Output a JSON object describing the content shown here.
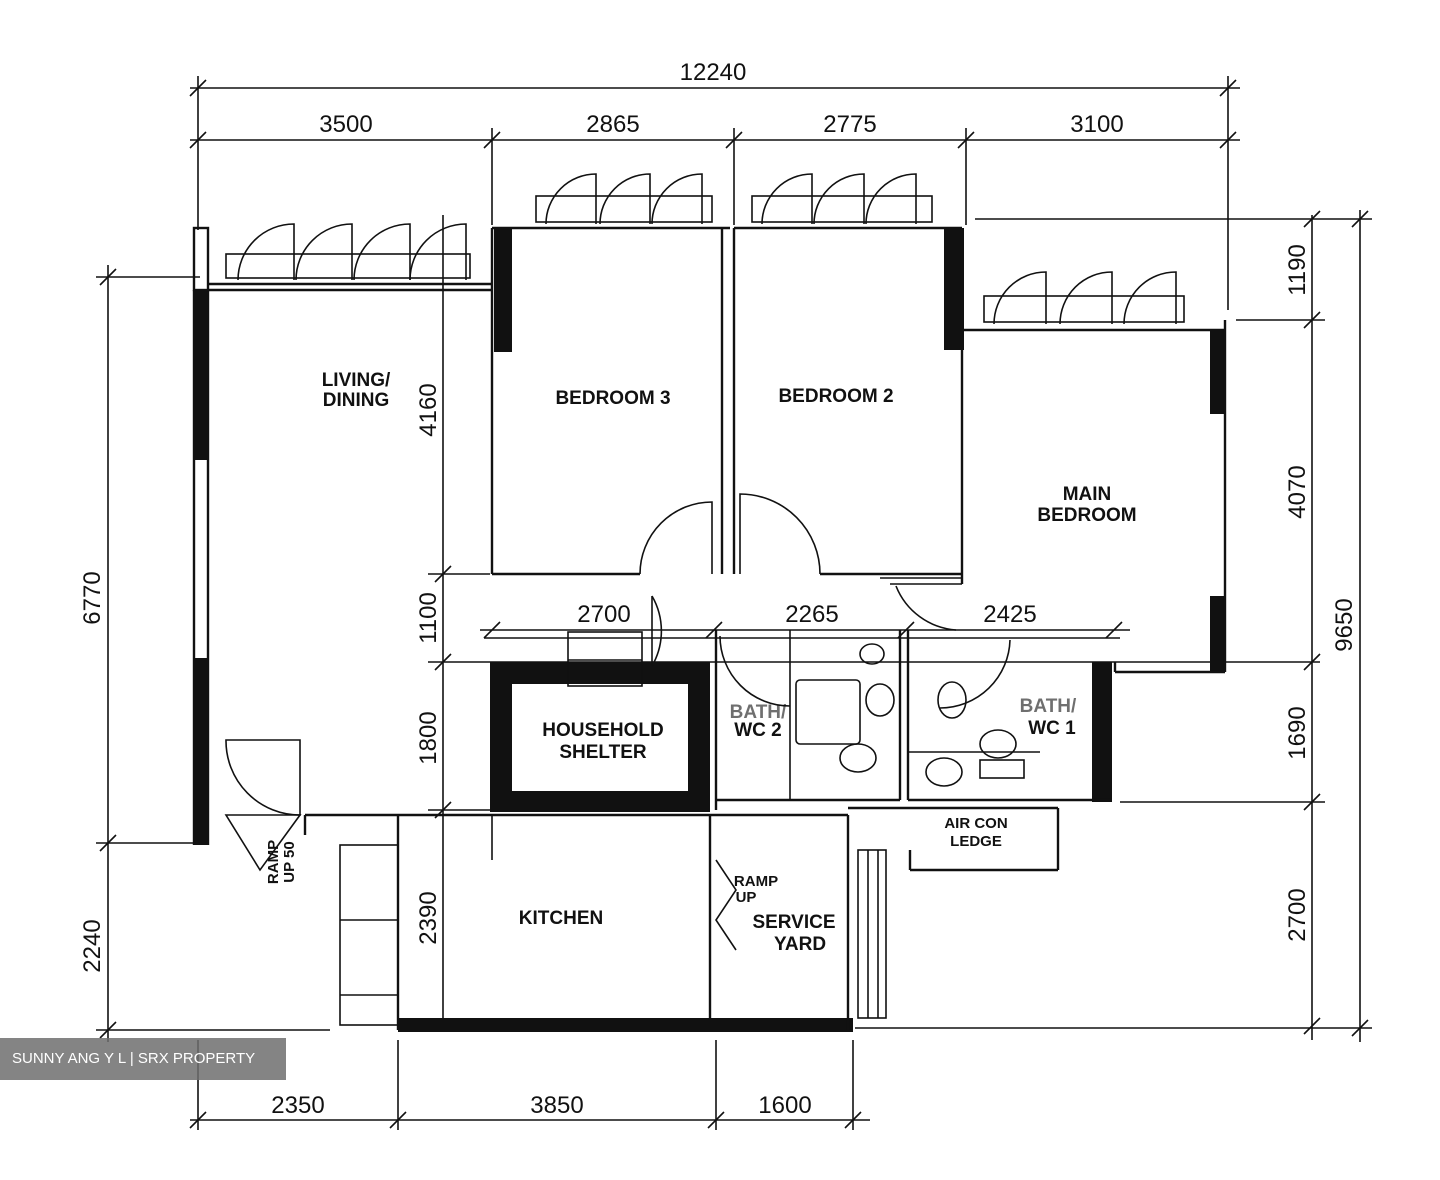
{
  "dimensions": {
    "top_total": "12240",
    "top_segments": [
      "3500",
      "2865",
      "2775",
      "3100"
    ],
    "bottom_segments": [
      "2350",
      "3850",
      "1600"
    ],
    "left_upper": "6770",
    "left_lower": "2240",
    "right_segments": [
      "1190",
      "4070",
      "1690",
      "2700"
    ],
    "right_total": "9650",
    "inner_living": "4160",
    "inner_corridor": "1100",
    "inner_shelter": "1800",
    "inner_kitchen": "2390",
    "inner_shelter_width": "2700",
    "inner_wc2_width": "2265",
    "inner_wc1_width": "2425"
  },
  "rooms": {
    "living_line1": "LIVING/",
    "living_line2": "DINING",
    "bedroom3": "BEDROOM 3",
    "bedroom2": "BEDROOM 2",
    "main_bedroom_line1": "MAIN",
    "main_bedroom_line2": "BEDROOM",
    "shelter_line1": "HOUSEHOLD",
    "shelter_line2": "SHELTER",
    "wc2_line1": "BATH/",
    "wc2_line2": "WC 2",
    "wc1_line1": "BATH/",
    "wc1_line2": "WC 1",
    "aircon_line1": "AIR CON",
    "aircon_line2": "LEDGE",
    "kitchen": "KITCHEN",
    "service_line1": "SERVICE",
    "service_line2": "YARD",
    "ramp_kitchen_line1": "RAMP",
    "ramp_kitchen_line2": "UP",
    "ramp_entry_line1": "RAMP",
    "ramp_entry_line2": "UP 50"
  },
  "watermark": "SUNNY ANG Y L | SRX PROPERTY"
}
